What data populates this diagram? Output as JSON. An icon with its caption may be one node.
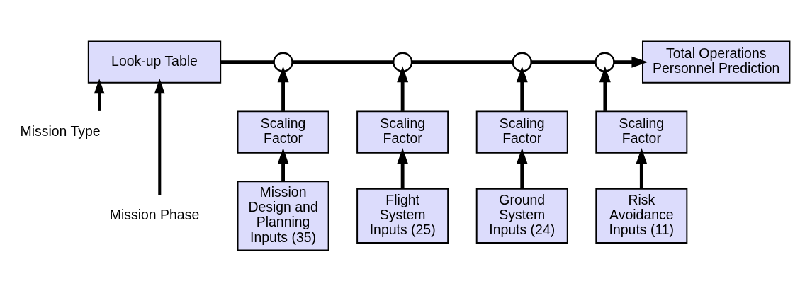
{
  "diagram": {
    "nodes": [
      {
        "text": [
          "Mission Type"
        ]
      },
      {
        "text": [
          "Look-up Table"
        ]
      },
      {
        "text": [
          "Mission Phase"
        ]
      },
      {
        "text": [],
        "shape": "circle"
      },
      {
        "text": [],
        "shape": "circle"
      },
      {
        "text": [],
        "shape": "circle"
      },
      {
        "text": [],
        "shape": "circle"
      },
      {
        "text": [
          "Total Operations Personnel Prediction"
        ]
      },
      {
        "text": [
          "Scaling Factor"
        ]
      },
      {
        "text": [
          "Scaling Factor"
        ]
      },
      {
        "text": [
          "Scaling Factor"
        ]
      },
      {
        "text": [
          "Scaling Factor"
        ]
      },
      {
        "text": [
          "Mission Design and Planning Inputs (35)"
        ]
      },
      {
        "text": [
          "Flight System Inputs (25)"
        ]
      },
      {
        "text": [
          "Ground System Inputs (24)"
        ]
      },
      {
        "text": [
          "Risk Avoidance Inputs (11)"
        ]
      }
    ],
    "edges": [
      {
        "from": 0,
        "to": 1,
        "arrow": "to"
      },
      {
        "from": 2,
        "to": 1,
        "arrow": "to"
      },
      {
        "from": 1,
        "to": 3,
        "arrow": "none"
      },
      {
        "from": 3,
        "to": 4,
        "arrow": "none"
      },
      {
        "from": 4,
        "to": 5,
        "arrow": "none"
      },
      {
        "from": 5,
        "to": 6,
        "arrow": "none"
      },
      {
        "from": 6,
        "to": 7,
        "arrow": "to"
      },
      {
        "from": 8,
        "to": 3,
        "arrow": "to"
      },
      {
        "from": 9,
        "to": 4,
        "arrow": "to"
      },
      {
        "from": 10,
        "to": 5,
        "arrow": "to"
      },
      {
        "from": 11,
        "to": 6,
        "arrow": "to"
      },
      {
        "from": 12,
        "to": 8,
        "arrow": "to"
      },
      {
        "from": 13,
        "to": 9,
        "arrow": "to"
      },
      {
        "from": 14,
        "to": 10,
        "arrow": "to"
      },
      {
        "from": 15,
        "to": 11,
        "arrow": "to"
      }
    ]
  }
}
